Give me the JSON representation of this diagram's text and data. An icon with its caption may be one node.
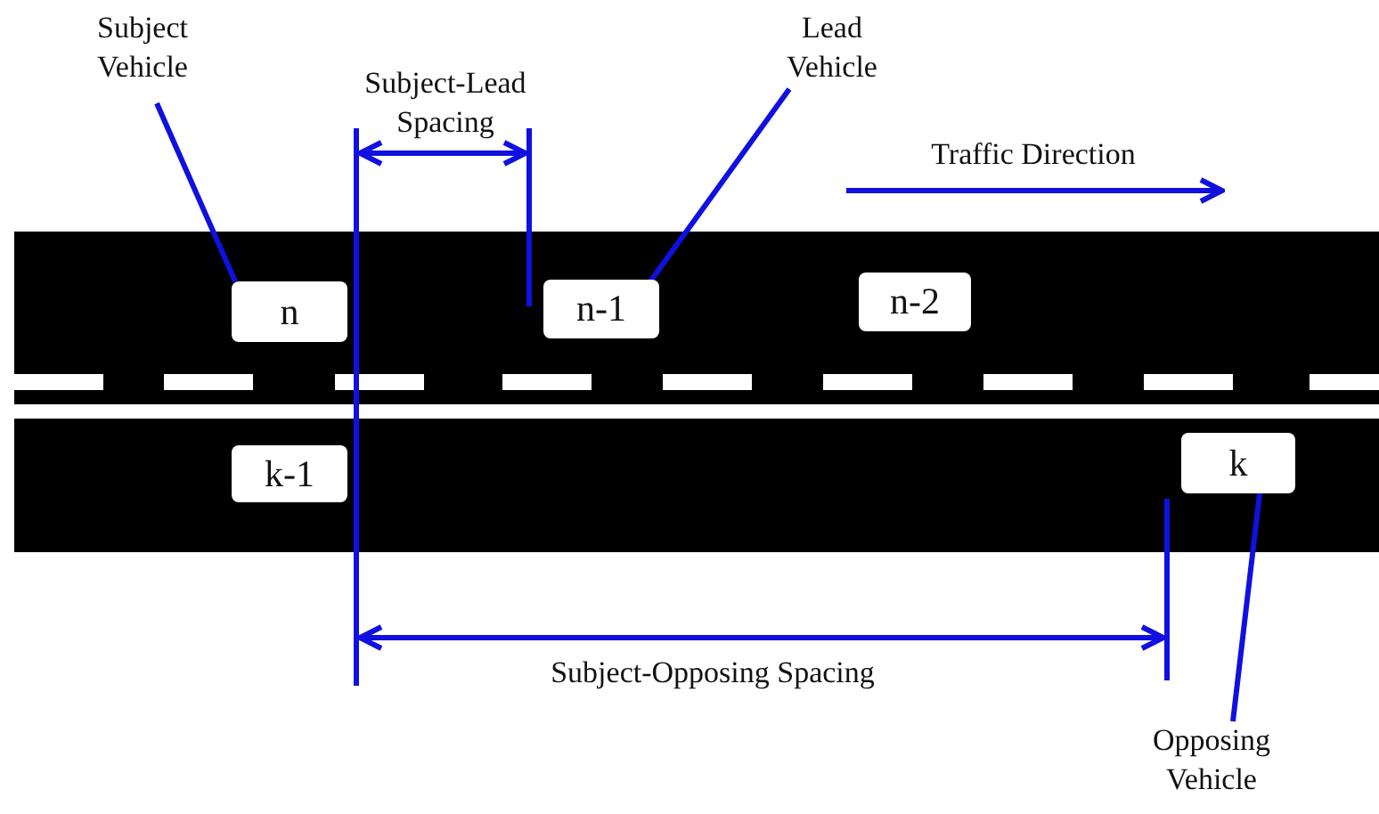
{
  "diagram": {
    "nodes": [
      {
        "text": [
          "Subject Vehicle"
        ]
      },
      {
        "text": [
          "Lead Vehicle"
        ]
      },
      {
        "text": [
          "n"
        ]
      },
      {
        "text": [
          "n-1"
        ]
      },
      {
        "text": [
          "n-2"
        ]
      },
      {
        "text": [
          "k-1"
        ]
      },
      {
        "text": [
          "k"
        ]
      },
      {
        "text": [
          "Opposing Vehicle"
        ]
      }
    ],
    "edges": [
      {
        "from": 0,
        "to": 2,
        "arrow": "none"
      },
      {
        "from": 1,
        "to": 3,
        "arrow": "none"
      },
      {
        "from": 7,
        "to": 6,
        "arrow": "none"
      }
    ],
    "labels": [
      "Subject-Lead Spacing",
      "Traffic Direction",
      "Subject-Opposing Spacing"
    ]
  }
}
